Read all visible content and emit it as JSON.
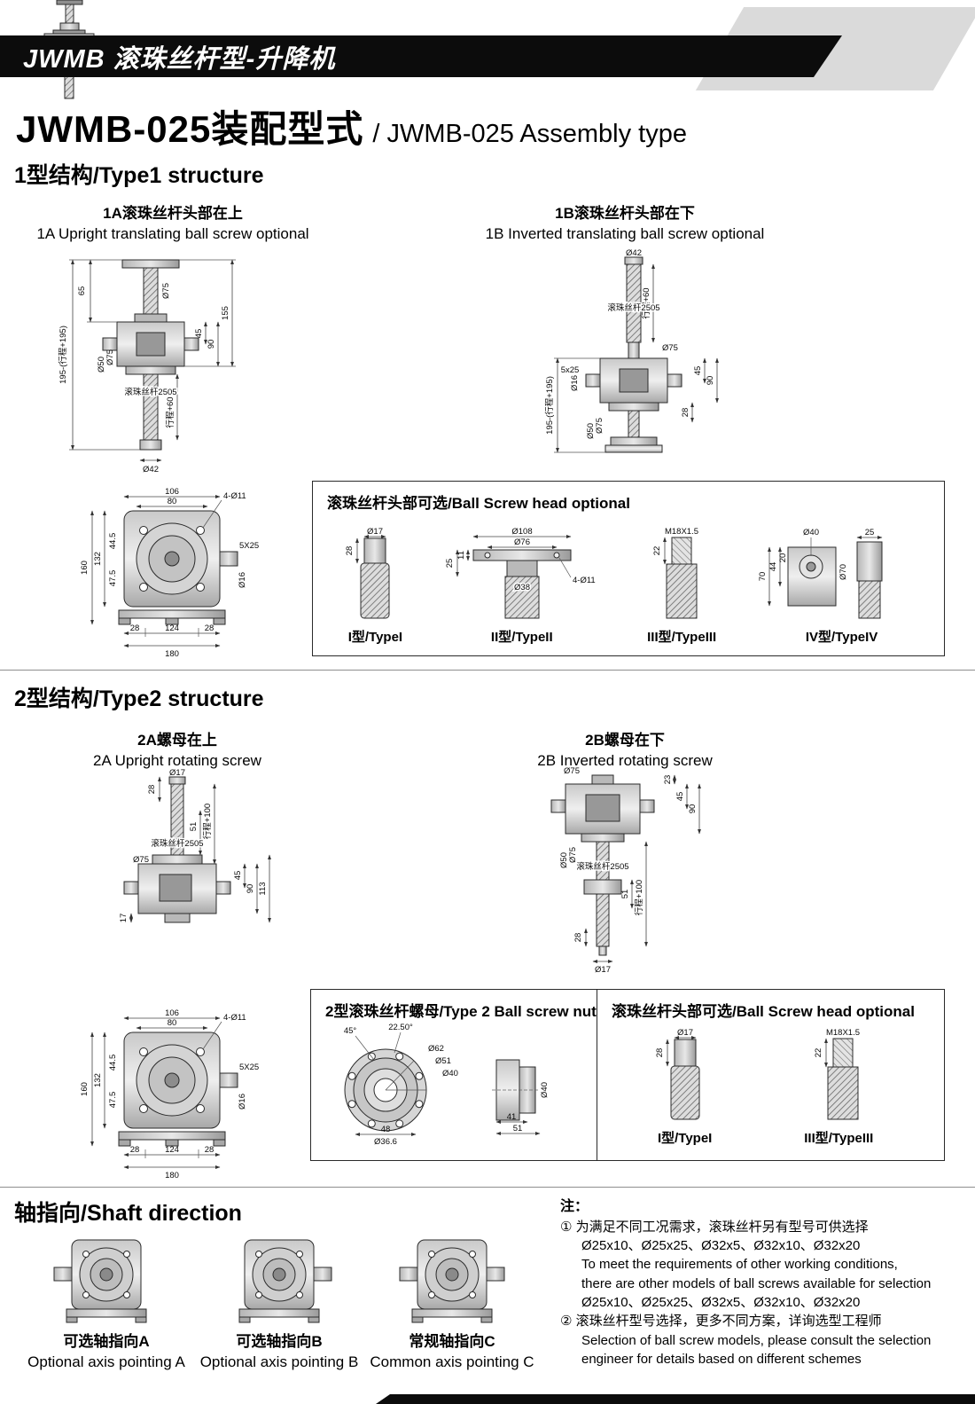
{
  "page": {
    "header_bar": "JWMB 滚珠丝杆型-升降机",
    "title_cn": "JWMB-025装配型式",
    "title_en": "/ JWMB-025 Assembly type"
  },
  "section1": {
    "heading": "1型结构/Type1 structure",
    "fig1a": {
      "caption_cn": "1A滚珠丝杆头部在上",
      "caption_en": "1A Upright translating ball screw optional",
      "dims": {
        "total": "195-(行程+195)",
        "h65": "65",
        "d75s": "Ø75",
        "h155": "155",
        "h90": "90",
        "h45": "45",
        "d75": "Ø75",
        "d50": "Ø50",
        "screw": "滚珠丝杆2505",
        "stroke": "行程+60",
        "d42": "Ø42"
      }
    },
    "fig1b": {
      "caption_cn": "1B滚珠丝杆头部在下",
      "caption_en": "1B Inverted translating ball screw optional",
      "dims": {
        "d42": "Ø42",
        "stroke": "行程+60",
        "screw": "滚珠丝杆2505",
        "d75s": "Ø75",
        "key": "5x25",
        "total": "195-(行程+195)",
        "d16": "Ø16",
        "d75": "Ø75",
        "d50": "Ø50",
        "h28": "28",
        "h45": "45",
        "h90": "90"
      }
    },
    "head_box_title": "滚珠丝杆头部可选/Ball Screw head optional"
  },
  "bottom_view": {
    "w106": "106",
    "w80": "80",
    "holes": "4-Ø11",
    "h160": "160",
    "h132": "132",
    "h445": "44.5",
    "h475": "47.5",
    "key": "5X25",
    "d16": "Ø16",
    "b28l": "28",
    "b124": "124",
    "b28r": "28",
    "b180": "180"
  },
  "head_types": {
    "t1": {
      "label": "I型/TypeI",
      "d17": "Ø17",
      "h28": "28"
    },
    "t2": {
      "label": "II型/TypeII",
      "d108": "Ø108",
      "d76": "Ø76",
      "h25": "25",
      "h11": "11",
      "d38": "Ø38",
      "holes": "4-Ø11"
    },
    "t3": {
      "label": "III型/TypeIII",
      "thread": "M18X1.5",
      "h22": "22"
    },
    "t4": {
      "label": "IV型/TypeIV",
      "d40": "Ø40",
      "w25": "25",
      "h44": "44",
      "h20": "20",
      "h70": "70",
      "d70": "Ø70"
    }
  },
  "section2": {
    "heading": "2型结构/Type2 structure",
    "fig2a": {
      "caption_cn": "2A螺母在上",
      "caption_en": "2A Upright rotating screw",
      "dims": {
        "d17": "Ø17",
        "h28": "28",
        "h51": "51",
        "stroke": "行程+100",
        "screw": "滚珠丝杆2505",
        "d75": "Ø75",
        "h45": "45",
        "h90": "90",
        "h113": "113",
        "h17": "17"
      }
    },
    "fig2b": {
      "caption_cn": "2B螺母在下",
      "caption_en": "2B Inverted rotating screw",
      "dims": {
        "d75t": "Ø75",
        "h23": "23",
        "h45": "45",
        "h90": "90",
        "d75": "Ø75",
        "d50": "Ø50",
        "screw": "滚珠丝杆2505",
        "h51": "51",
        "stroke": "行程+100",
        "h28": "28",
        "d17": "Ø17"
      }
    },
    "nut_box_title": "2型滚珠丝杆螺母/Type 2 Ball screw nut",
    "nut_dims": {
      "a45": "45°",
      "a225": "22.50°",
      "d62": "Ø62",
      "d51": "Ø51",
      "d40": "Ø40",
      "w48": "48",
      "d366": "Ø36.6",
      "w41": "41",
      "w51": "51",
      "d40s": "Ø40"
    },
    "head_box_title": "滚珠丝杆头部可选/Ball Screw head optional"
  },
  "section3": {
    "heading": "轴指向/Shaft direction",
    "shafts": [
      {
        "cn": "可选轴指向A",
        "en": "Optional axis pointing A"
      },
      {
        "cn": "可选轴指向B",
        "en": "Optional axis pointing B"
      },
      {
        "cn": "常规轴指向C",
        "en": "Common axis pointing C"
      }
    ],
    "notes": {
      "label": "注：",
      "n1_cn": "① 为满足不同工况需求，滚珠丝杆另有型号可供选择",
      "n1_models": "Ø25x10、Ø25x25、Ø32x5、Ø32x10、Ø32x20",
      "n1_en1": "To meet the requirements of other working conditions,",
      "n1_en2": "there are other models of ball screws available for selection",
      "n1_models2": "Ø25x10、Ø25x25、Ø32x5、Ø32x10、Ø32x20",
      "n2_cn": "② 滚珠丝杆型号选择，更多不同方案，详询选型工程师",
      "n2_en1": "Selection of ball screw models, please consult the selection",
      "n2_en2": "engineer for details based on different schemes"
    }
  }
}
